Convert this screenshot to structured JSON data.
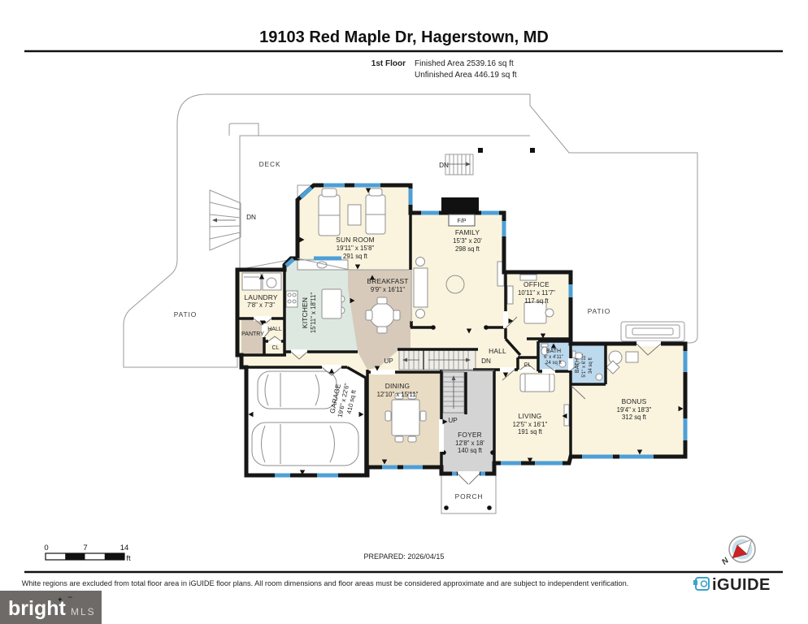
{
  "header": {
    "title": "19103 Red Maple Dr, Hagerstown, MD",
    "floor_label": "1st Floor",
    "finished_area": "Finished Area 2539.16 sq ft",
    "unfinished_area": "Unfinished Area 446.19 sq ft"
  },
  "outdoor": {
    "deck": "DECK",
    "patio_left": "PATIO",
    "patio_right": "PATIO",
    "porch": "PORCH"
  },
  "rooms": {
    "sun_room": {
      "name": "SUN ROOM",
      "dims": "19'11\" x 15'8\"",
      "area": "291 sq ft"
    },
    "family": {
      "name": "FAMILY",
      "dims": "15'3\" x 20'",
      "area": "298 sq ft"
    },
    "office": {
      "name": "OFFICE",
      "dims": "10'11\" x 11'7\"",
      "area": "117 sq ft"
    },
    "breakfast": {
      "name": "BREAKFAST",
      "dims": "9'9\" x 16'11\""
    },
    "kitchen": {
      "name": "KITCHEN",
      "dims": "15'11\" x 18'11\""
    },
    "laundry": {
      "name": "LAUNDRY",
      "dims": "7'8\" x 7'3\""
    },
    "pantry": {
      "name": "PANTRY"
    },
    "hall_west": {
      "name": "HALL"
    },
    "closet_west": {
      "name": "CL"
    },
    "hall_center": {
      "name": "HALL"
    },
    "closet_center": {
      "name": "CL"
    },
    "garage": {
      "name": "GARAGE",
      "dims": "19'6\" x 22'6\"",
      "area": "410 sq ft"
    },
    "dining": {
      "name": "DINING",
      "dims": "12'10\" x 15'11\""
    },
    "foyer": {
      "name": "FOYER",
      "dims": "12'8\" x 18'",
      "area": "140 sq ft"
    },
    "living": {
      "name": "LIVING",
      "dims": "12'5\" x 16'1\"",
      "area": "191 sq ft"
    },
    "bonus": {
      "name": "BONUS",
      "dims": "19'4\" x 18'3\"",
      "area": "312 sq ft"
    },
    "bath_main": {
      "name": "BATH",
      "dims": "6' x 4'11\"",
      "area": "24 sq ft"
    },
    "bath_second": {
      "name": "BATH",
      "dims": "5'1\" x 6'11\"",
      "area": "34 sq ft"
    },
    "fireplace": {
      "label": "F/P"
    }
  },
  "stairs": {
    "up": "UP",
    "down": "DN"
  },
  "scale_bar": {
    "zero": "0",
    "mid": "7",
    "max": "14",
    "unit": "ft"
  },
  "prepared": "PREPARED: 2026/04/15",
  "compass": {
    "north": "N"
  },
  "footer": {
    "disclaimer": "White regions are excluded from total floor area in iGUIDE floor plans. All room dimensions and floor areas must be considered approximate and are subject to independent verification.",
    "iguide": "iGUIDE"
  },
  "brand": {
    "name": "bright",
    "mls": "MLS",
    "tm": "™"
  },
  "colors": {
    "wall": "#161616",
    "window_blue": "#4E9FD6",
    "room_cream": "#FAF4DF",
    "kitchen_green": "#DDE8E1",
    "breakfast_tan": "#D7CABA",
    "dining_tan": "#E9DCC4",
    "foyer_gray": "#D4D4D4",
    "bath_blue": "#BCD9EE",
    "iguide_blue": "#3BA3C8",
    "bright_gray": "#6E6A67",
    "star_orange": "#D4502A"
  }
}
